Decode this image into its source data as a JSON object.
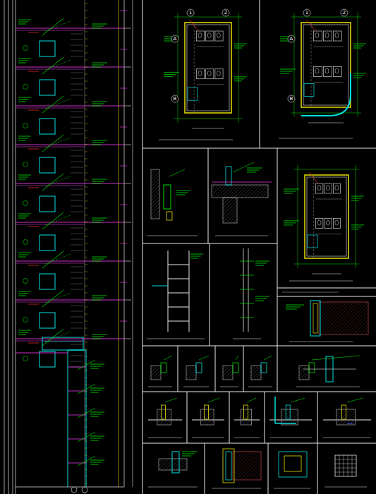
{
  "diagram": {
    "labels": [
      "1",
      "2",
      "A",
      "B",
      "1",
      "2",
      "A",
      "B"
    ]
  }
}
